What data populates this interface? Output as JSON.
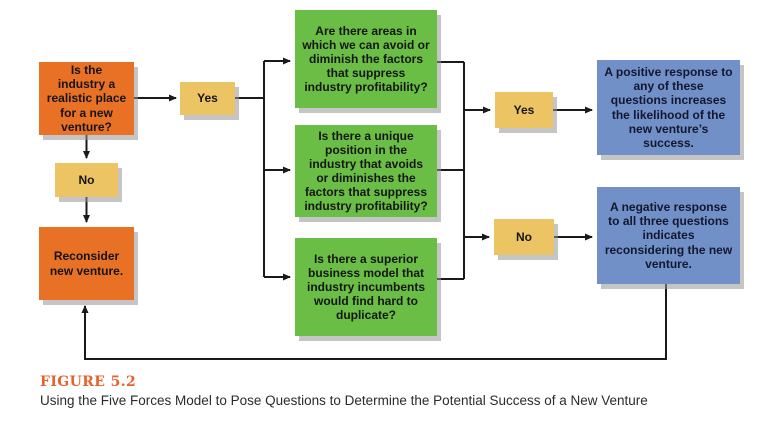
{
  "figure": {
    "label": "FIGURE 5.2",
    "caption": "Using the Five Forces Model to Pose Questions to Determine the Potential Success of a New Venture"
  },
  "flowchart": {
    "start": "Is the industry a realistic place for a new venture?",
    "yes_left": "Yes",
    "no_left": "No",
    "reconsider": "Reconsider new venture.",
    "question_1": "Are there areas in which we can avoid or diminish the factors that suppress industry profitability?",
    "question_2": "Is there a unique position in the industry that avoids or diminishes the factors that suppress industry profitability?",
    "question_3": "Is there a superior business model that industry incumbents would find hard to duplicate?",
    "yes_right": "Yes",
    "no_right": "No",
    "positive_outcome": "A positive response to any of these questions increases the likelihood of the new venture’s success.",
    "negative_outcome": "A negative response to all three questions indicates reconsidering the new venture."
  },
  "colors": {
    "orange": "#E87125",
    "yellow": "#EDC464",
    "green": "#6BBE45",
    "blue": "#7290C8",
    "line": "#1A1A1A",
    "figure_label": "#E8612C",
    "caption_text": "#2B2B2B"
  }
}
